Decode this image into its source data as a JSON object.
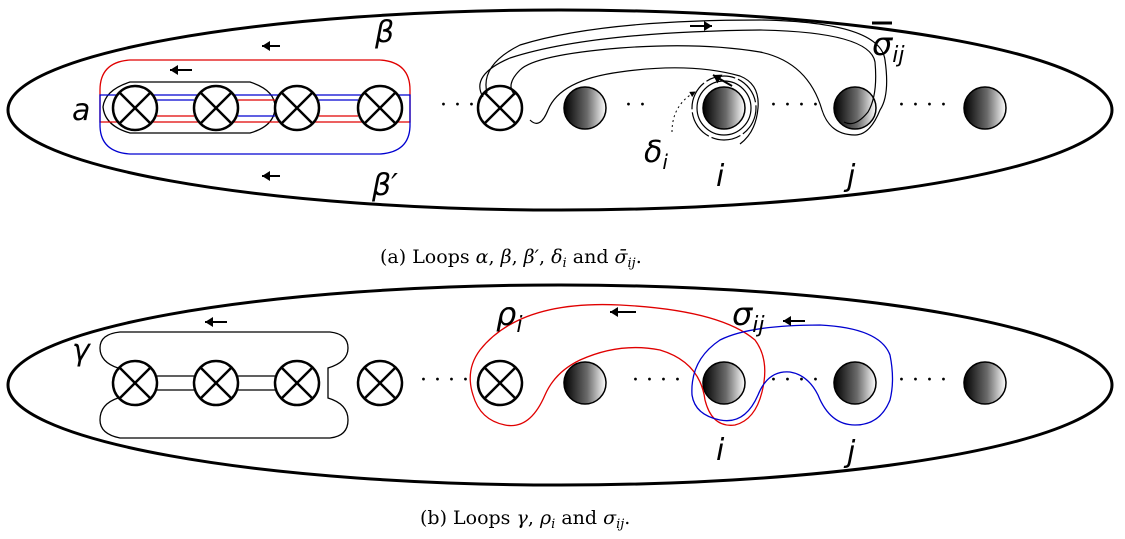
{
  "panel_a": {
    "caption_prefix": "(a) Loops",
    "caption_items": [
      "α",
      "β",
      "β′",
      "δ",
      "and",
      "σ̄"
    ],
    "caption_sub_i": "i",
    "caption_sub_ij": "ij",
    "labels": {
      "alpha": "a",
      "beta": "β",
      "beta_prime": "β′",
      "delta": "δ",
      "delta_sub": "i",
      "sigma_bar": "σ",
      "sigma_bar_sub": "ij",
      "i": "i",
      "j": "j"
    }
  },
  "panel_b": {
    "caption_prefix": "(b) Loops",
    "caption_items": [
      "γ",
      "ρ",
      "and",
      "σ"
    ],
    "caption_sub_i": "i",
    "caption_sub_ij": "ij",
    "labels": {
      "gamma": "γ",
      "rho": "ρ",
      "rho_sub": "i",
      "sigma": "σ",
      "sigma_sub": "ij",
      "i": "i",
      "j": "j"
    }
  },
  "colors": {
    "red": "#e00000",
    "blue": "#0000d0",
    "black": "#000000"
  }
}
